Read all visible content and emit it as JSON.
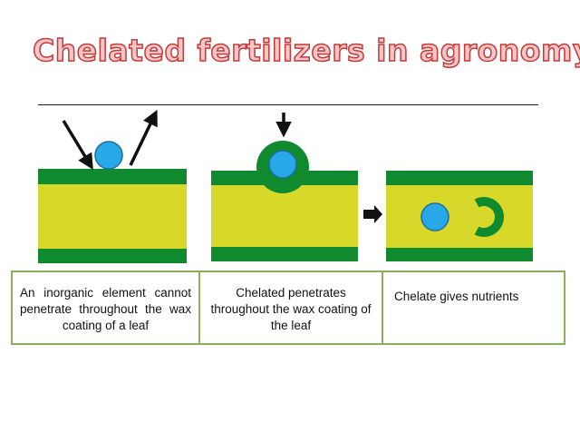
{
  "title": "Chelated fertilizers in agronomy",
  "captions": [
    "An inorganic element cannot penetrate throughout the wax coating of a leaf",
    "Chelated penetrates throughout the wax coating of the leaf",
    "Chelate gives nutrients"
  ],
  "colors": {
    "leaf_body": "#d8d82a",
    "wax_coating": "#0f8a2e",
    "nutrient_ion": "#29a8e8",
    "chelate_shell": "#0f8a2e",
    "arrow": "#111111",
    "title_fill": "#f6c6c6",
    "title_stroke": "#c23a3a",
    "table_border": "#8cb05a"
  }
}
